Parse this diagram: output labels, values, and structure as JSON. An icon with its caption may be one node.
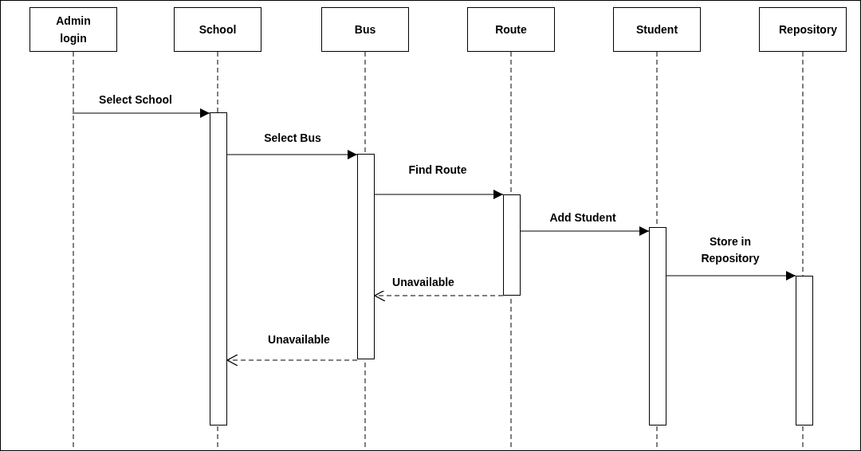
{
  "diagram": {
    "nodes": [
      {
        "text": [
          "Admin login"
        ]
      },
      {
        "text": [
          "School"
        ]
      },
      {
        "text": [
          "Bus"
        ]
      },
      {
        "text": [
          "Route"
        ]
      },
      {
        "text": [
          "Student"
        ]
      },
      {
        "text": [
          "Repository"
        ]
      },
      {
        "text": [],
        "shape": "bar"
      },
      {
        "text": [],
        "shape": "bar"
      },
      {
        "text": [],
        "shape": "bar"
      },
      {
        "text": [],
        "shape": "bar"
      },
      {
        "text": [],
        "shape": "bar"
      }
    ],
    "edges": [
      {
        "from": 0,
        "to": null,
        "arrow": "none",
        "style": "dashed"
      },
      {
        "from": 1,
        "to": null,
        "arrow": "none",
        "style": "dashed"
      },
      {
        "from": 2,
        "to": null,
        "arrow": "none",
        "style": "dashed"
      },
      {
        "from": 3,
        "to": null,
        "arrow": "none",
        "style": "dashed"
      },
      {
        "from": 4,
        "to": null,
        "arrow": "none",
        "style": "dashed"
      },
      {
        "from": 5,
        "to": null,
        "arrow": "none",
        "style": "dashed"
      },
      {
        "from": null,
        "to": 6,
        "arrow": "to",
        "label": "Select School"
      },
      {
        "from": 6,
        "to": 7,
        "arrow": "to",
        "label": "Select Bus"
      },
      {
        "from": 7,
        "to": 8,
        "arrow": "to",
        "label": "Find Route"
      },
      {
        "from": 8,
        "to": 9,
        "arrow": "to",
        "label": "Add Student"
      },
      {
        "from": 9,
        "to": 10,
        "arrow": "to",
        "label": "Store in Repository"
      },
      {
        "from": 8,
        "to": 7,
        "arrow": "to",
        "label": "Unavailable",
        "style": "dashed"
      },
      {
        "from": 7,
        "to": 6,
        "arrow": "to",
        "label": "Unavailable",
        "style": "dashed"
      }
    ]
  }
}
